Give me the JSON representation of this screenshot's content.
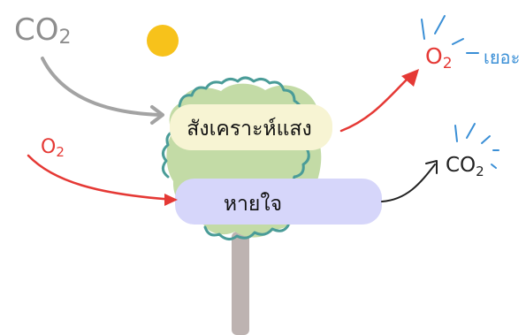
{
  "co2_input": {
    "main": "CO",
    "sub": "2",
    "color": "#8e8e8e"
  },
  "o2_input": {
    "main": "O",
    "sub": "2",
    "color": "#e53935"
  },
  "photosynthesis_label": "สังเคราะห์แสง",
  "respiration_label": "หายใจ",
  "o2_output": {
    "main": "O",
    "sub": "2",
    "color": "#e53935"
  },
  "o2_more_label": "เยอะ",
  "co2_output": {
    "main": "CO",
    "sub": "2",
    "color": "#222222"
  },
  "colors": {
    "sun": "#f7c21b",
    "photosynthesis_band": "#f7f4d3",
    "respiration_band": "#d6d6fa",
    "canopy": "#c3dba6",
    "canopy_outline": "#4a9c98",
    "trunk": "#bdb3b1",
    "gray_arrow": "#a3a3a3",
    "red_arrow": "#e53935",
    "black_arrow": "#222222",
    "blue_accent": "#3a8fd6"
  }
}
